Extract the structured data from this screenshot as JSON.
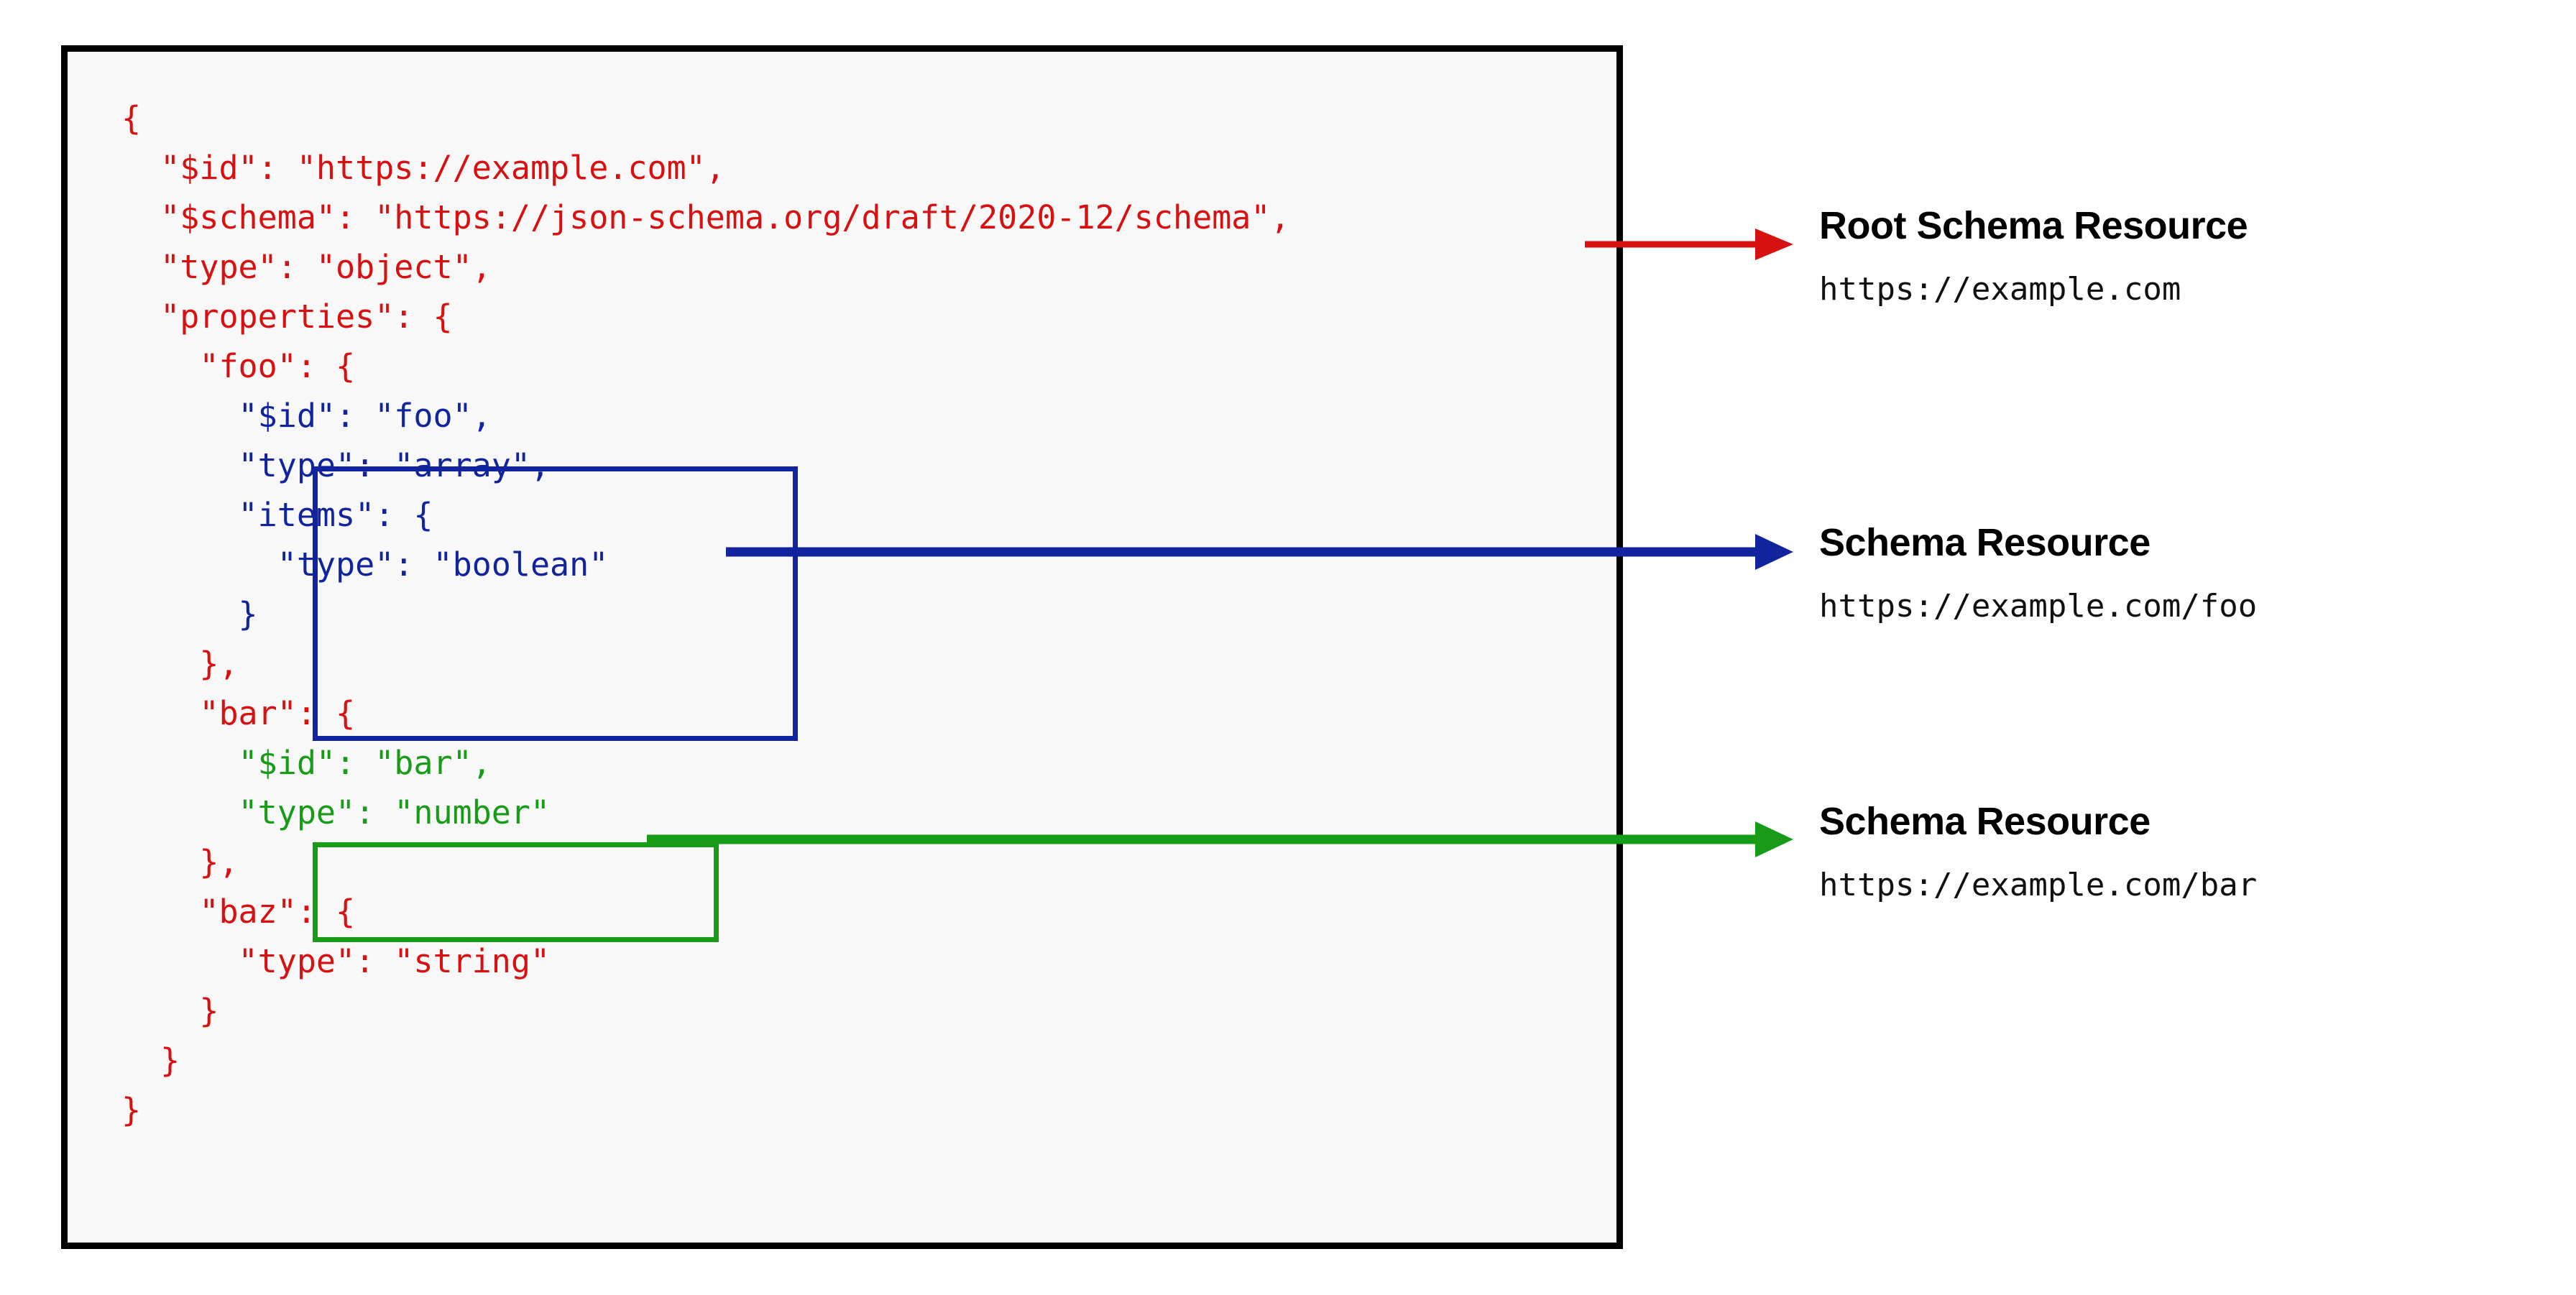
{
  "diagram": {
    "title_semantic": "json-schema-resource-identification",
    "colors": {
      "code_red": "#d71111",
      "code_blue": "#12239e",
      "code_green": "#189c18",
      "panel_border": "#000000",
      "panel_background": "#f8f8f8",
      "label_text": "#000000"
    }
  },
  "code_panel": {
    "lines": [
      {
        "indent": 0,
        "text": "{",
        "color": "red"
      },
      {
        "indent": 1,
        "text": "\"$id\": \"https://example.com\",",
        "color": "red"
      },
      {
        "indent": 1,
        "text": "\"$schema\": \"https://json-schema.org/draft/2020-12/schema\",",
        "color": "red"
      },
      {
        "indent": 1,
        "text": "\"type\": \"object\",",
        "color": "red"
      },
      {
        "indent": 1,
        "text": "\"properties\": {",
        "color": "red"
      },
      {
        "indent": 2,
        "text": "\"foo\": {",
        "color": "red"
      },
      {
        "indent": 3,
        "text": "\"$id\": \"foo\",",
        "color": "blue"
      },
      {
        "indent": 3,
        "text": "\"type\": \"array\",",
        "color": "blue"
      },
      {
        "indent": 3,
        "text": "\"items\": {",
        "color": "blue"
      },
      {
        "indent": 4,
        "text": "\"type\": \"boolean\"",
        "color": "blue"
      },
      {
        "indent": 3,
        "text": "}",
        "color": "blue"
      },
      {
        "indent": 2,
        "text": "},",
        "color": "red"
      },
      {
        "indent": 2,
        "text": "\"bar\": {",
        "color": "red"
      },
      {
        "indent": 3,
        "text": "\"$id\": \"bar\",",
        "color": "green"
      },
      {
        "indent": 3,
        "text": "\"type\": \"number\"",
        "color": "green"
      },
      {
        "indent": 2,
        "text": "},",
        "color": "red"
      },
      {
        "indent": 2,
        "text": "\"baz\": {",
        "color": "red"
      },
      {
        "indent": 3,
        "text": "\"type\": \"string\"",
        "color": "red"
      },
      {
        "indent": 2,
        "text": "}",
        "color": "red"
      },
      {
        "indent": 1,
        "text": "}",
        "color": "red"
      },
      {
        "indent": 0,
        "text": "}",
        "color": "red"
      }
    ]
  },
  "callouts": [
    {
      "id": "root",
      "title": "Root Schema Resource",
      "url": "https://example.com",
      "arrow_color": "#d71111",
      "arrow_name": "red-arrow"
    },
    {
      "id": "foo",
      "title": "Schema Resource",
      "url": "https://example.com/foo",
      "arrow_color": "#12239e",
      "arrow_name": "blue-arrow"
    },
    {
      "id": "bar",
      "title": "Schema Resource",
      "url": "https://example.com/bar",
      "arrow_color": "#189c18",
      "arrow_name": "green-arrow"
    }
  ]
}
